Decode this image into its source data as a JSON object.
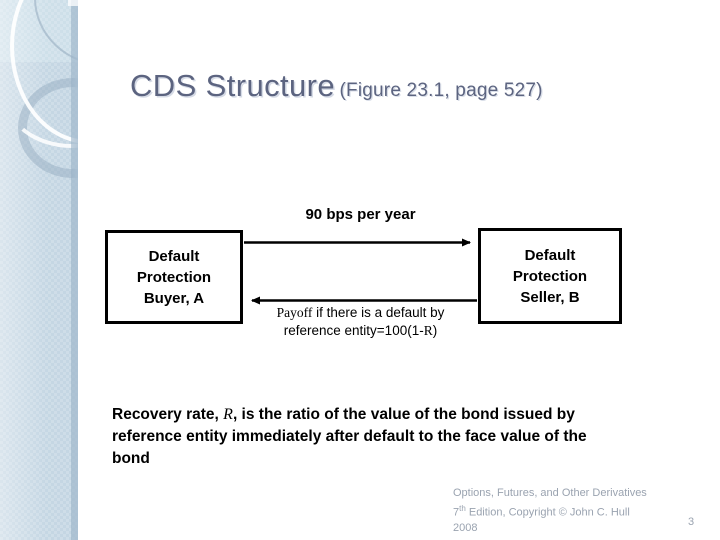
{
  "slide": {
    "title_main": "CDS Structure",
    "title_sub": "(Figure 23.1, page 527)",
    "title_color": "#5c6480",
    "background_color": "#ffffff",
    "sidebar_color": "#c4d6e3"
  },
  "diagram": {
    "type": "flow",
    "buyer_box": {
      "line1": "Default",
      "line2": "Protection",
      "line3": "Buyer, A"
    },
    "seller_box": {
      "line1": "Default",
      "line2": "Protection",
      "line3": "Seller, B"
    },
    "premium_arrow_label": "90 bps per year",
    "payoff_arrow_label_line1_prefix": "Payoff",
    "payoff_arrow_label_line1_rest": " if there is a default by",
    "payoff_arrow_label_line2_prefix": "reference entity=100(1-",
    "payoff_arrow_label_line2_var": "R",
    "payoff_arrow_label_line2_suffix": ")",
    "arrow_color": "#000000",
    "box_border_color": "#000000"
  },
  "body": {
    "text_part1": "Recovery rate, ",
    "text_var": "R",
    "text_part2": ", is the ratio of the value of the bond issued by reference entity immediately after default to the face value of the bond"
  },
  "footer": {
    "line1": "Options, Futures, and Other Derivatives",
    "line2_prefix": "7",
    "line2_ordinal": "th",
    "line2_rest": " Edition, Copyright © John C. Hull",
    "line3": "2008",
    "page_number": "3",
    "color": "#9aa3b0"
  }
}
